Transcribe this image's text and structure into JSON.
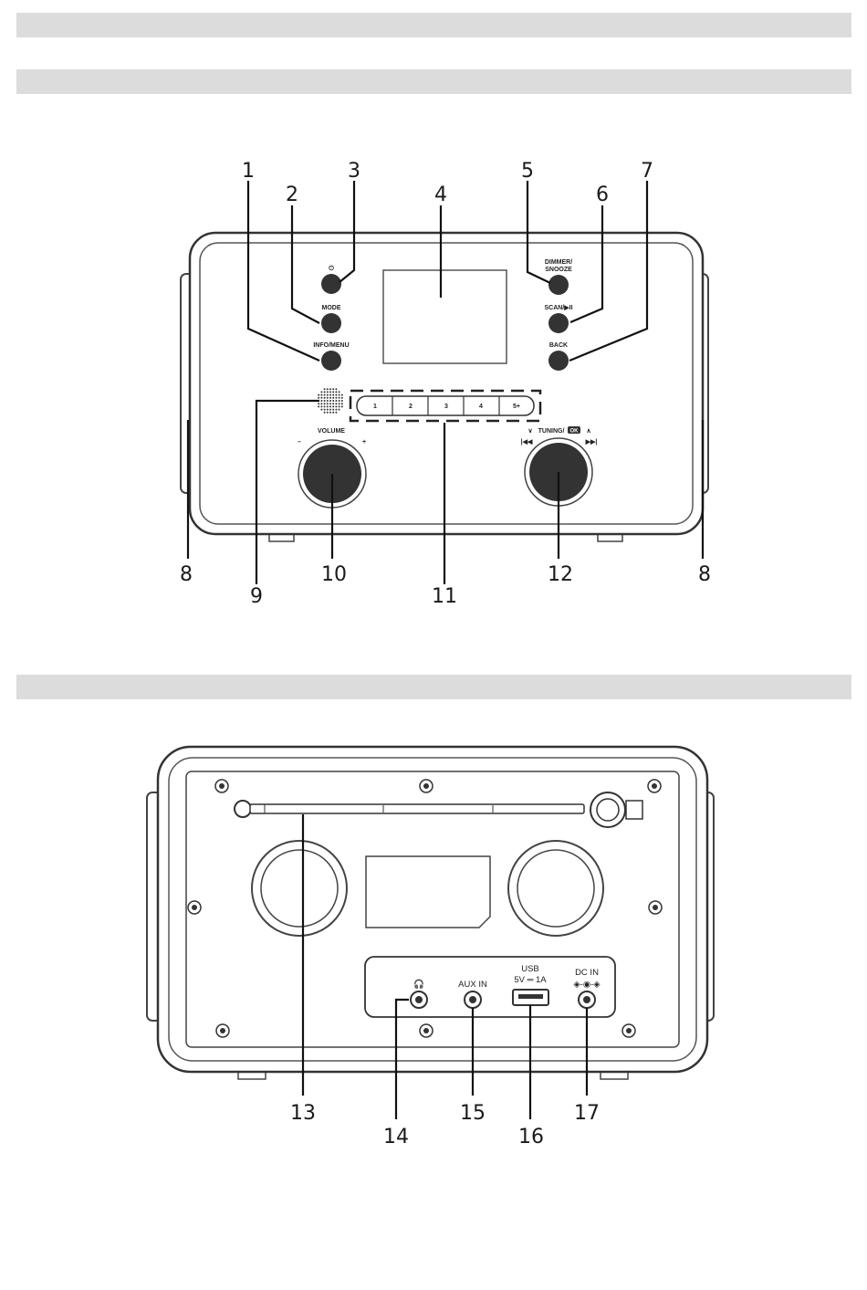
{
  "front_view": {
    "labels": {
      "power_symbol": "⏻",
      "mode": "MODE",
      "info_menu": "INFO/MENU",
      "dimmer_snooze_line1": "DIMMER/",
      "dimmer_snooze_line2": "SNOOZE",
      "scan_play_pause": "SCAN/▶II",
      "back": "BACK",
      "volume": "VOLUME",
      "volume_minus": "–",
      "volume_plus": "+",
      "tuning": "TUNING/",
      "tuning_ok": "OK",
      "tuning_down": "∨",
      "tuning_up": "∧",
      "skip_back": "|◀◀",
      "skip_forward": "▶▶|"
    },
    "presets": [
      "1",
      "2",
      "3",
      "4",
      "5+"
    ],
    "callouts": [
      "1",
      "2",
      "3",
      "4",
      "5",
      "6",
      "7",
      "8",
      "9",
      "10",
      "11",
      "12",
      "8"
    ]
  },
  "back_view": {
    "labels": {
      "headphone_symbol": "🎧",
      "aux_in": "AUX IN",
      "usb": "USB",
      "usb_rating": "5V ═ 1A",
      "dc_in": "DC IN",
      "dc_polarity": "◈-◉-◈"
    },
    "callouts": [
      "13",
      "14",
      "15",
      "16",
      "17"
    ]
  }
}
